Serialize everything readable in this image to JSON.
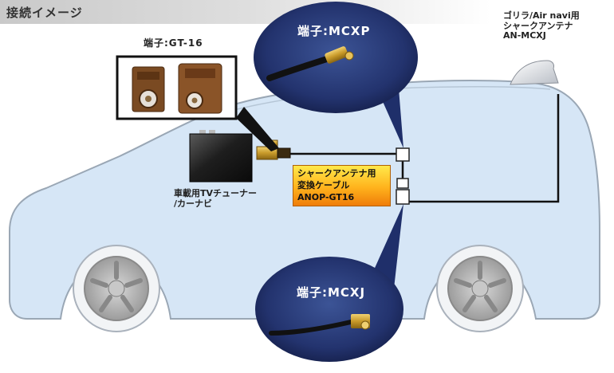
{
  "header": {
    "title": "接続イメージ"
  },
  "gt_connector": {
    "label": "端子:GT-16"
  },
  "mcxp_connector": {
    "label": "端子:MCXP"
  },
  "mcxj_connector": {
    "label": "端子:MCXJ"
  },
  "antenna": {
    "lines": [
      "ゴリラ/Air navi用",
      "シャークアンテナ",
      "AN-MCXJ"
    ]
  },
  "tuner": {
    "lines": [
      "車載用TVチューナー",
      "/カーナビ"
    ]
  },
  "cable": {
    "lines": [
      "シャークアンテナ用",
      "変換ケーブル",
      "ANOP-GT16"
    ]
  },
  "colors": {
    "car_body": "#d6e6f6",
    "car_outline": "#9aa7b5",
    "callout": "#ffc02a",
    "connector_brown": "#7a4a22",
    "circle_bg": "#1f2f6a"
  }
}
